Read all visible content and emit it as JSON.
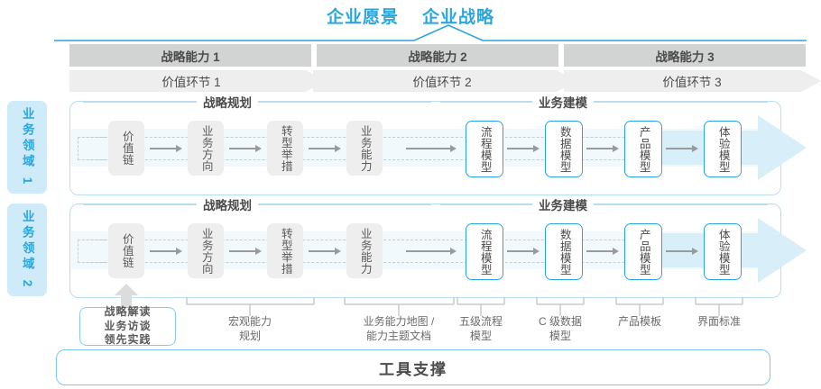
{
  "header": {
    "titles": [
      "企业愿景",
      "企业战略"
    ],
    "accent_color": "#2ba6dd"
  },
  "capabilities": [
    {
      "label": "战略能力 1"
    },
    {
      "label": "战略能力 2"
    },
    {
      "label": "战略能力 3"
    }
  ],
  "value_chain": [
    {
      "label": "价值环节 1"
    },
    {
      "label": "价值环节 2"
    },
    {
      "label": "价值环节 3"
    }
  ],
  "domains": [
    {
      "side_label": "业务领域 1",
      "groups": [
        {
          "title": "战略规划"
        },
        {
          "title": "业务建模"
        }
      ],
      "nodes": [
        {
          "label": "价值链",
          "style": "gray"
        },
        {
          "label": "业务方向",
          "style": "gray"
        },
        {
          "label": "转型举措",
          "style": "gray"
        },
        {
          "label": "业务能力",
          "style": "gray"
        },
        {
          "label": "流程模型",
          "style": "blue"
        },
        {
          "label": "数据模型",
          "style": "blue"
        },
        {
          "label": "产品模型",
          "style": "blue"
        },
        {
          "label": "体验模型",
          "style": "blue"
        }
      ]
    },
    {
      "side_label": "业务领域 2",
      "groups": [
        {
          "title": "战略规划"
        },
        {
          "title": "业务建模"
        }
      ],
      "nodes": [
        {
          "label": "价值链",
          "style": "gray"
        },
        {
          "label": "业务方向",
          "style": "gray"
        },
        {
          "label": "转型举措",
          "style": "gray"
        },
        {
          "label": "业务能力",
          "style": "gray"
        },
        {
          "label": "流程模型",
          "style": "blue"
        },
        {
          "label": "数据模型",
          "style": "blue"
        },
        {
          "label": "产品模型",
          "style": "blue"
        },
        {
          "label": "体验模型",
          "style": "blue"
        }
      ]
    }
  ],
  "tool_box": {
    "lines": [
      "战略解读",
      "业务访谈",
      "领先实践"
    ]
  },
  "captions": [
    {
      "line1": "宏观能力",
      "line2": "规划"
    },
    {
      "line1": "业务能力地图 /",
      "line2": "能力主题文档"
    },
    {
      "line1": "五级流程",
      "line2": "模型"
    },
    {
      "line1": "C 级数据",
      "line2": "模型"
    },
    {
      "line1": "产品模板",
      "line2": ""
    },
    {
      "line1": "界面标准",
      "line2": ""
    }
  ],
  "support": {
    "label": "工具支撑"
  }
}
